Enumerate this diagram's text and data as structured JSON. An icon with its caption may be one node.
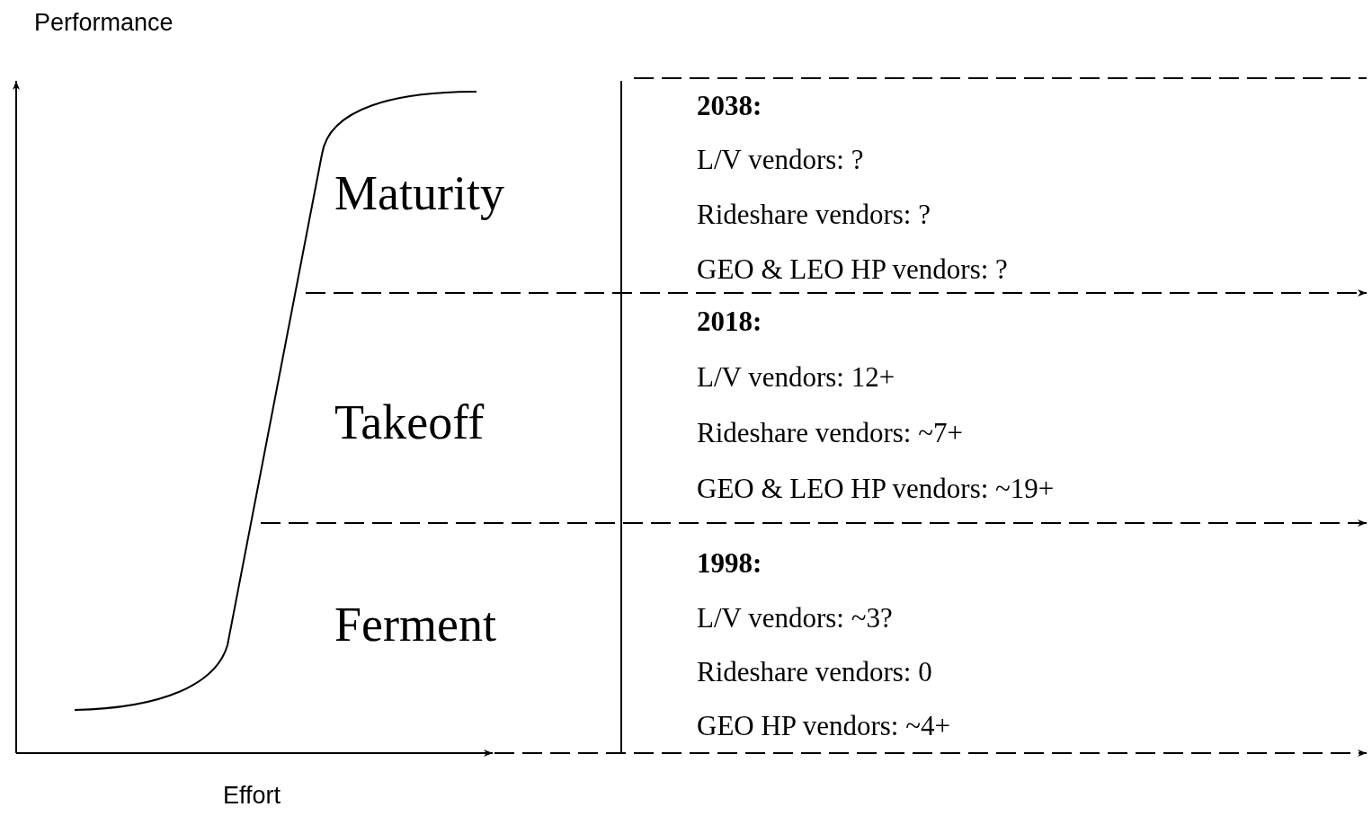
{
  "diagram": {
    "labels": [
      "Performance",
      "2038:",
      "L/V vendors: ?",
      "Maturity",
      "Rideshare vendors: ?",
      "GEO & LEO HP vendors: ?",
      "2018:",
      "L/V vendors: 12+",
      "Takeoff",
      "Rideshare vendors: ~7+",
      "GEO & LEO HP vendors: ~19+",
      "1998:",
      "L/V vendors: ~3?",
      "Ferment",
      "Rideshare vendors: 0",
      "GEO HP vendors: ~4+",
      "Effort"
    ]
  }
}
